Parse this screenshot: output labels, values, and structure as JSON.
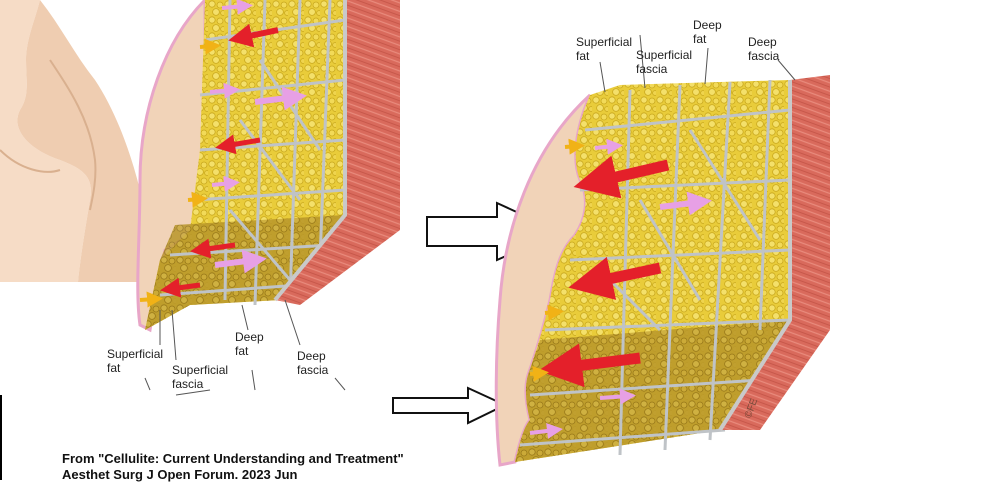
{
  "left_panel": {
    "labels": {
      "superficial_fat": [
        "Superficial",
        "fat"
      ],
      "superficial_fascia": [
        "Superficial",
        "fascia"
      ],
      "deep_fat": [
        "Deep",
        "fat"
      ],
      "deep_fascia": [
        "Deep",
        "fascia"
      ]
    }
  },
  "right_panel": {
    "labels": {
      "superficial_fat": [
        "Superficial",
        "fat"
      ],
      "superficial_fascia": [
        "Superficial",
        "fascia"
      ],
      "deep_fat": [
        "Deep",
        "fat"
      ],
      "deep_fascia": [
        "Deep",
        "fascia"
      ]
    },
    "copyright": "©FE"
  },
  "caption": {
    "line1": "From \"Cellulite: Current Understanding and Treatment\"",
    "line2": "Aesthet Surg J Open Forum. 2023 Jun"
  },
  "colors": {
    "skin": "#f1d3b8",
    "fat": "#e9cc3a",
    "fat_shaded": "#b8962a",
    "septa": "#bfc3c7",
    "muscle": "#d96a5c",
    "dermis_edge": "#e8a6c8",
    "arrow_red": "#e4202a",
    "arrow_pink": "#e7a0e5",
    "arrow_yellow": "#f1b216"
  }
}
